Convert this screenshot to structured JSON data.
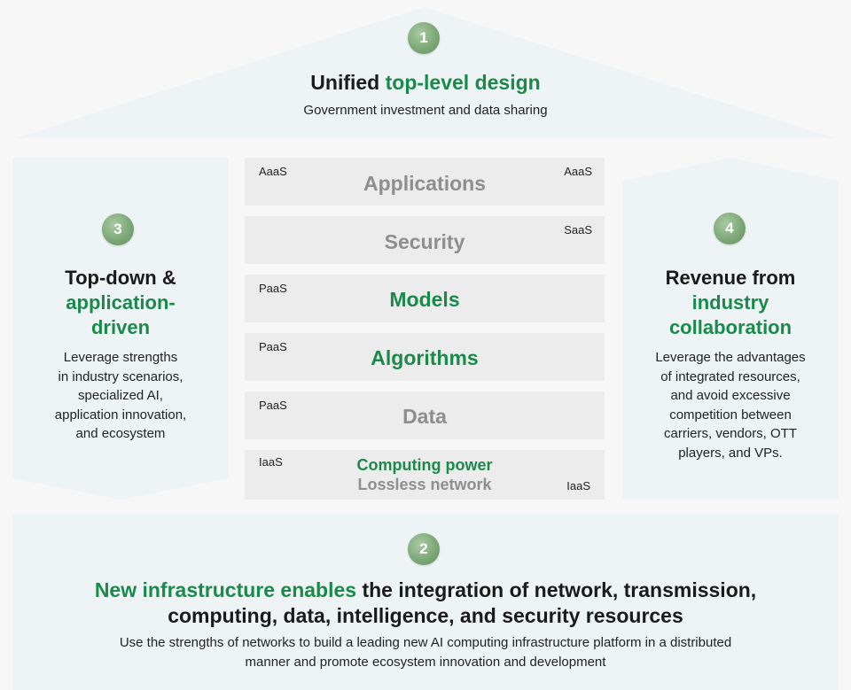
{
  "top": {
    "number": "1",
    "title_plain": "Unified ",
    "title_highlight": "top-level design",
    "subtitle": "Government investment and data sharing"
  },
  "left": {
    "number": "3",
    "title_plain": "Top-down &",
    "title_highlight_1": "application-",
    "title_highlight_2": "driven",
    "desc_lines": [
      "Leverage strengths",
      "in industry scenarios,",
      "specialized AI,",
      "application innovation,",
      "and ecosystem"
    ]
  },
  "right": {
    "number": "4",
    "title_plain": "Revenue from",
    "title_highlight_1": "industry",
    "title_highlight_2": "collaboration",
    "desc_lines": [
      "Leverage the advantages",
      "of integrated resources,",
      "and avoid excessive",
      "competition between",
      "carriers, vendors, OTT",
      "players, and VPs."
    ]
  },
  "layers": [
    {
      "name": "Applications",
      "highlight": false,
      "tag_left": "AaaS",
      "tag_right": "AaaS"
    },
    {
      "name": "Security",
      "highlight": false,
      "tag_left": "",
      "tag_right": "SaaS"
    },
    {
      "name": "Models",
      "highlight": true,
      "tag_left": "PaaS",
      "tag_right": ""
    },
    {
      "name": "Algorithms",
      "highlight": true,
      "tag_left": "PaaS",
      "tag_right": ""
    },
    {
      "name": "Data",
      "highlight": false,
      "tag_left": "PaaS",
      "tag_right": ""
    },
    {
      "name": "Computing power",
      "name2": "Lossless network",
      "highlight": true,
      "tag_left": "IaaS",
      "tag_right": "IaaS"
    }
  ],
  "bottom": {
    "number": "2",
    "title_highlight": "New infrastructure enables",
    "title_plain_1": " the integration of network, transmission,",
    "title_plain_2": "computing, data, intelligence, and security resources",
    "desc_line_1": "Use the strengths of networks to build a leading new AI computing infrastructure platform in a distributed",
    "desc_line_2": "manner and promote ecosystem innovation and development"
  },
  "colors": {
    "accent_green": "#1a8a4a",
    "panel_bg": "#eef3f6",
    "layer_bg": "#ececec",
    "layer_text_gray": "#8e8e8e"
  }
}
